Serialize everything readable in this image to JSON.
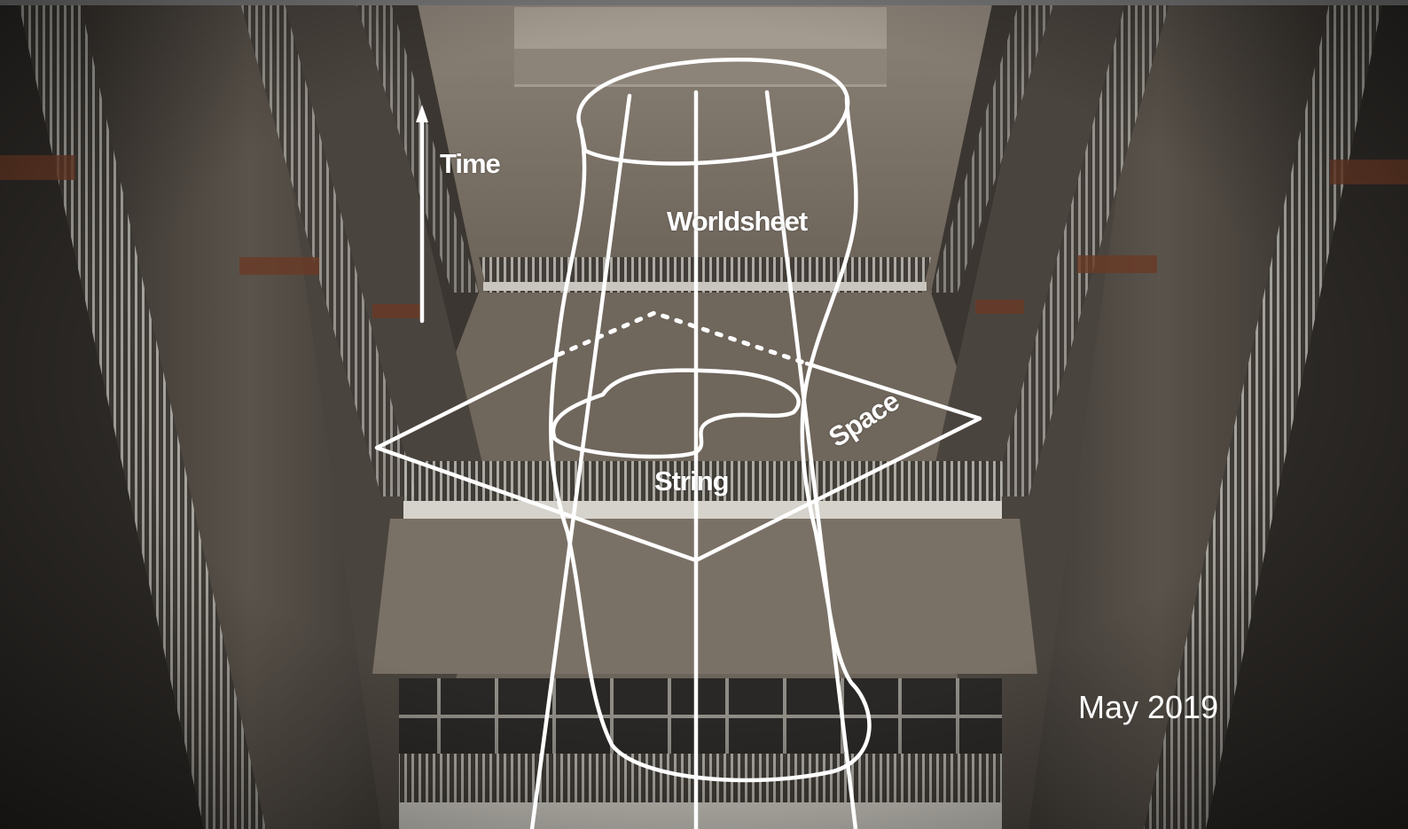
{
  "photo": {
    "subject": "string-worldsheet-sculpture-in-atrium",
    "labels": {
      "time": "Time",
      "worldsheet": "Worldsheet",
      "string": "String",
      "space": "Space"
    }
  },
  "caption": {
    "date": "May 2019"
  },
  "colors": {
    "outline": "#ffffff",
    "concrete": "#7d7368",
    "shadow": "#1e1c1a",
    "railing": "#a9a8a3",
    "top_bar": "#777777"
  }
}
